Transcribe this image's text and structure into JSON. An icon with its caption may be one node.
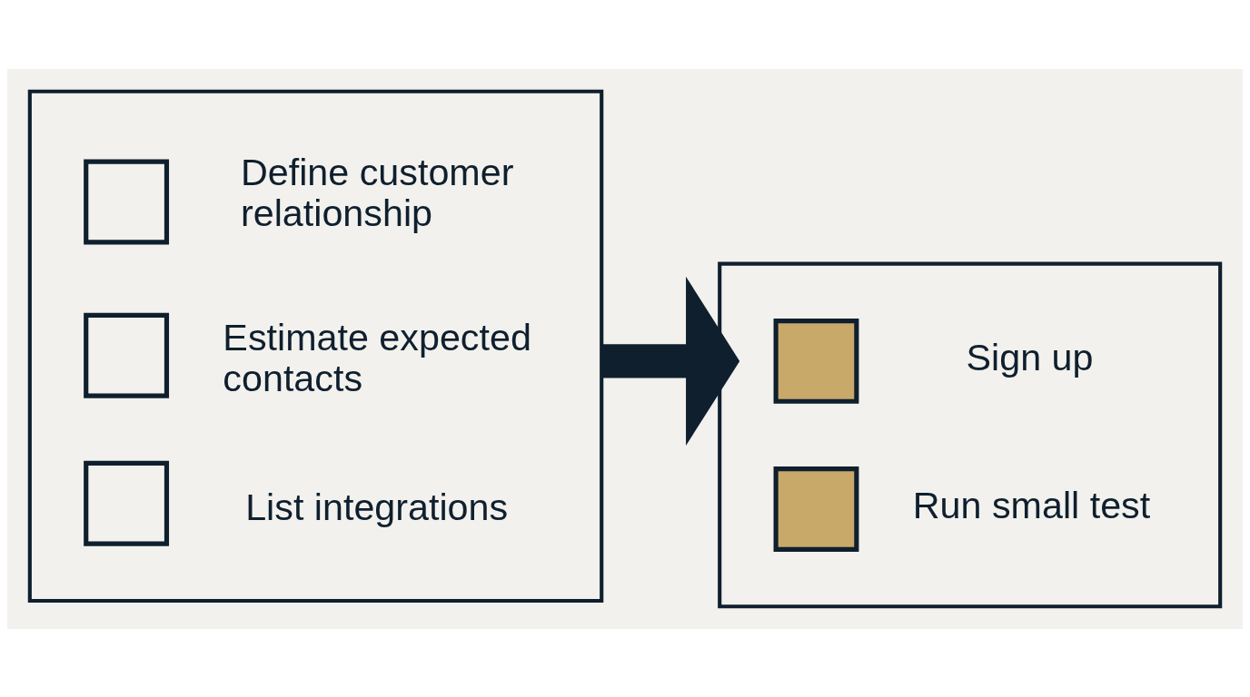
{
  "diagram": {
    "nodes": [
      {
        "text": [],
        "shape": "box"
      },
      {
        "text": [],
        "shape": "box",
        "in": 0,
        "beside": [
          "Define customer relationship"
        ]
      },
      {
        "text": [],
        "shape": "box",
        "in": 0,
        "beside": [
          "Estimate expected contacts"
        ]
      },
      {
        "text": [],
        "shape": "box",
        "in": 0,
        "beside": [
          "List integrations"
        ]
      },
      {
        "text": [],
        "shape": "box"
      },
      {
        "text": [],
        "shape": "box",
        "in": 4,
        "beside": [
          "Sign up"
        ]
      },
      {
        "text": [],
        "shape": "box",
        "in": 4,
        "beside": [
          "Run small test"
        ]
      }
    ],
    "edges": [
      {
        "from": 0,
        "to": 4,
        "arrow": "to"
      }
    ]
  }
}
